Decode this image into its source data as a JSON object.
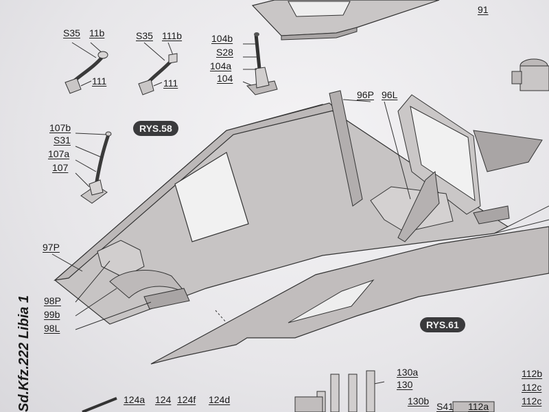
{
  "sheet": {
    "title_vertical": "Sd.Kfz.222 Libia 1"
  },
  "figures": {
    "rys58": "RYS.58",
    "rys61": "RYS.61"
  },
  "labels": {
    "s35_a": "S35",
    "l11b": "11b",
    "l111_a": "111",
    "s35_b": "S35",
    "l111b": "111b",
    "l111_b": "111",
    "l104b": "104b",
    "ls28": "S28",
    "l104a": "104a",
    "l104": "104",
    "l91": "91",
    "l107b": "107b",
    "ls31": "S31",
    "l107a": "107a",
    "l107": "107",
    "l96p": "96P",
    "l96l": "96L",
    "l97p": "97P",
    "l98p": "98P",
    "l99b": "99b",
    "l98l": "98L",
    "l130a": "130a",
    "l130": "130",
    "l130b": "130b",
    "ls41": "S41",
    "l112a": "112a",
    "l124a": "124a",
    "l124": "124",
    "l124f": "124f",
    "l124d": "124d",
    "l112b": "112b",
    "l112c": "112c",
    "l112c2": "112c"
  },
  "colors": {
    "part_fill": "#c9c6c6",
    "part_dark": "#a9a5a5",
    "badge": "#3a3a3c",
    "line": "#2b2b2b"
  }
}
